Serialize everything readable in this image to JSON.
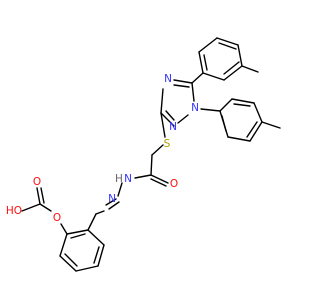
{
  "atom_labels": {
    "n1": "N",
    "n2": "N",
    "n3": "N",
    "s": "S",
    "n_amide": "N",
    "h_amide": "H",
    "n_imine": "N",
    "o_carbonyl": "O",
    "o_ether": "O",
    "o_acid": "O",
    "ho_acid": "HO"
  },
  "colors": {
    "bond": "#000000",
    "nitrogen": "#3333ff",
    "oxygen": "#ff0d0d",
    "sulfur": "#b2a000",
    "hydrogen": "#666666"
  }
}
